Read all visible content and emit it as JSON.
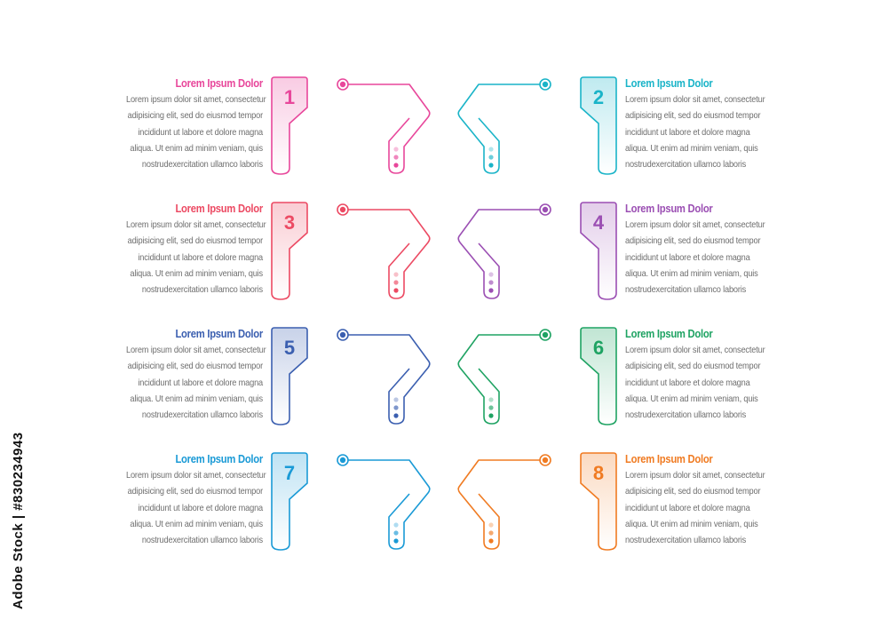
{
  "items": [
    {
      "number": "1",
      "title": "Lorem Ipsum Dolor",
      "color": "#e8479b",
      "body": [
        "Lorem ipsum dolor sit amet, consectetur",
        "adipisicing elit, sed do eiusmod tempor",
        "incididunt ut labore et dolore magna",
        "aliqua. Ut enim ad minim veniam, quis",
        "nostrudexercitation ullamco laboris"
      ]
    },
    {
      "number": "2",
      "title": "Lorem Ipsum Dolor",
      "color": "#1ab4c8",
      "body": [
        "Lorem ipsum dolor sit amet, consectetur",
        "adipisicing elit, sed do eiusmod tempor",
        "incididunt ut labore et dolore magna",
        "aliqua. Ut enim ad minim veniam, quis",
        "nostrudexercitation ullamco laboris"
      ]
    },
    {
      "number": "3",
      "title": "Lorem Ipsum Dolor",
      "color": "#ec4a63",
      "body": [
        "Lorem ipsum dolor sit amet, consectetur",
        "adipisicing elit, sed do eiusmod tempor",
        "incididunt ut labore et dolore magna",
        "aliqua. Ut enim ad minim veniam, quis",
        "nostrudexercitation ullamco laboris"
      ]
    },
    {
      "number": "4",
      "title": "Lorem Ipsum Dolor",
      "color": "#9b4fb3",
      "body": [
        "Lorem ipsum dolor sit amet, consectetur",
        "adipisicing elit, sed do eiusmod tempor",
        "incididunt ut labore et dolore magna",
        "aliqua. Ut enim ad minim veniam, quis",
        "nostrudexercitation ullamco laboris"
      ]
    },
    {
      "number": "5",
      "title": "Lorem Ipsum Dolor",
      "color": "#3b5fb0",
      "body": [
        "Lorem ipsum dolor sit amet, consectetur",
        "adipisicing elit, sed do eiusmod tempor",
        "incididunt ut labore et dolore magna",
        "aliqua. Ut enim ad minim veniam, quis",
        "nostrudexercitation ullamco laboris"
      ]
    },
    {
      "number": "6",
      "title": "Lorem Ipsum Dolor",
      "color": "#1fa363",
      "body": [
        "Lorem ipsum dolor sit amet, consectetur",
        "adipisicing elit, sed do eiusmod tempor",
        "incididunt ut labore et dolore magna",
        "aliqua. Ut enim ad minim veniam, quis",
        "nostrudexercitation ullamco laboris"
      ]
    },
    {
      "number": "7",
      "title": "Lorem Ipsum Dolor",
      "color": "#1a9ad6",
      "body": [
        "Lorem ipsum dolor sit amet, consectetur",
        "adipisicing elit, sed do eiusmod tempor",
        "incididunt ut labore et dolore magna",
        "aliqua. Ut enim ad minim veniam, quis",
        "nostrudexercitation ullamco laboris"
      ]
    },
    {
      "number": "8",
      "title": "Lorem Ipsum Dolor",
      "color": "#f07b22",
      "body": [
        "Lorem ipsum dolor sit amet, consectetur",
        "adipisicing elit, sed do eiusmod tempor",
        "incididunt ut labore et dolore magna",
        "aliqua. Ut enim ad minim veniam, quis",
        "nostrudexercitation ullamco laboris"
      ]
    }
  ],
  "stock_id": "Adobe Stock | #830234943",
  "icons": {
    "tab": "tab-shape-icon",
    "dot": "connector-dot-icon",
    "connector": "bent-connector-icon"
  }
}
